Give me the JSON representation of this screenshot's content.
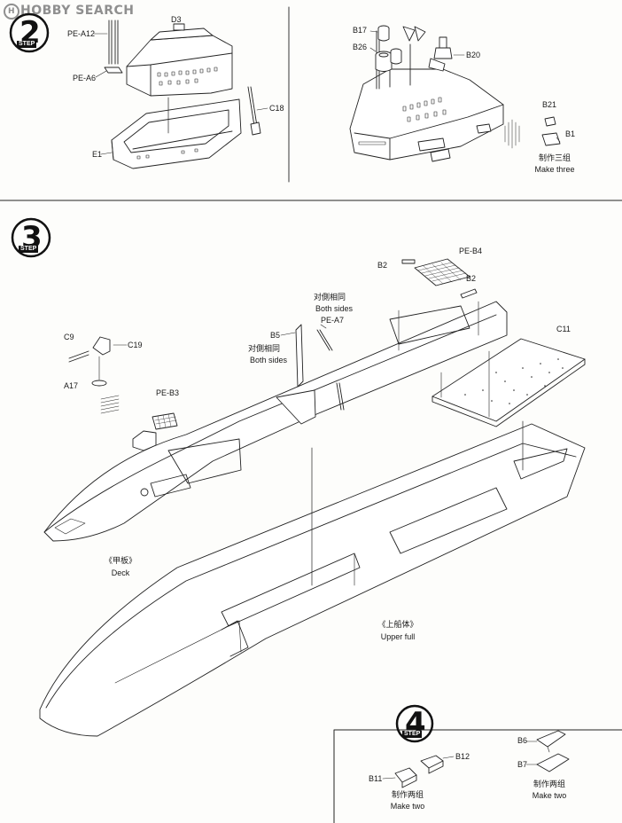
{
  "watermark": {
    "text": "HOBBY SEARCH",
    "glyph": "H"
  },
  "step_label": "STEP",
  "steps": [
    {
      "number": "2"
    },
    {
      "number": "3"
    },
    {
      "number": "4"
    }
  ],
  "step2": {
    "parts": {
      "d3": "D3",
      "pe_a12": "PE-A12",
      "pe_a6": "PE-A6",
      "c18": "C18",
      "e1": "E1",
      "b17": "B17",
      "b26": "B26",
      "b20": "B20",
      "b21": "B21",
      "b1": "B1"
    },
    "note_cn": "制作三组",
    "note_en": "Make three"
  },
  "step3": {
    "parts": {
      "c9": "C9",
      "c19": "C19",
      "a17": "A17",
      "pe_b3": "PE-B3",
      "b5": "B5",
      "pe_a7": "PE-A7",
      "b2_left": "B2",
      "b2_right": "B2",
      "pe_b4": "PE-B4",
      "c11": "C11"
    },
    "both_sides_1_cn": "对側相同",
    "both_sides_1_en": "Both sides",
    "both_sides_2_cn": "对側相同",
    "both_sides_2_en": "Both sides",
    "deck_cn": "《甲板》",
    "deck_en": "Deck",
    "hull_cn": "《上船体》",
    "hull_en": "Upper full"
  },
  "step4": {
    "parts": {
      "b12": "B12",
      "b11": "B11",
      "b6": "B6",
      "b7": "B7"
    },
    "left_note_cn": "制作两组",
    "left_note_en": "Make two",
    "right_note_cn": "制作两组",
    "right_note_en": "Make two"
  }
}
